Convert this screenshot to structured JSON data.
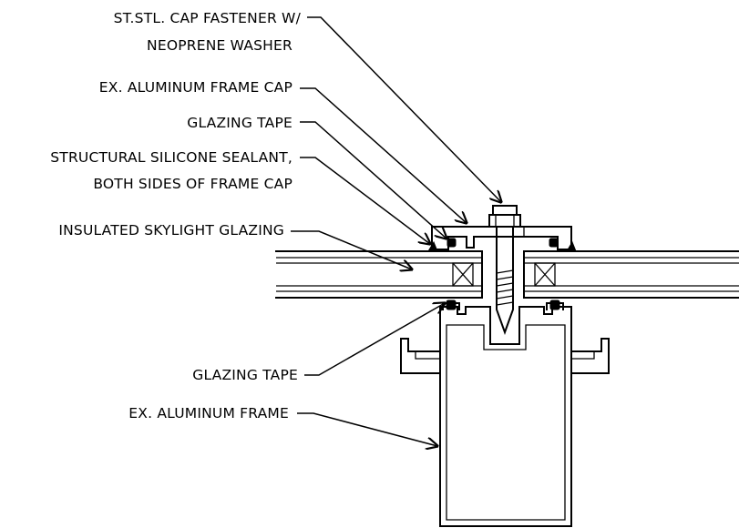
{
  "callouts": {
    "cap_fastener_line1": "ST.STL. CAP FASTENER W/",
    "cap_fastener_line2": "NEOPRENE WASHER",
    "frame_cap": "EX. ALUMINUM FRAME CAP",
    "glazing_tape_top": "GLAZING TAPE",
    "sealant_line1": "STRUCTURAL SILICONE SEALANT,",
    "sealant_line2": "BOTH SIDES OF FRAME CAP",
    "skylight_glazing": "INSULATED SKYLIGHT GLAZING",
    "glazing_tape_bottom": "GLAZING TAPE",
    "frame": "EX. ALUMINUM FRAME"
  },
  "colors": {
    "line": "#000000",
    "background": "#ffffff"
  }
}
